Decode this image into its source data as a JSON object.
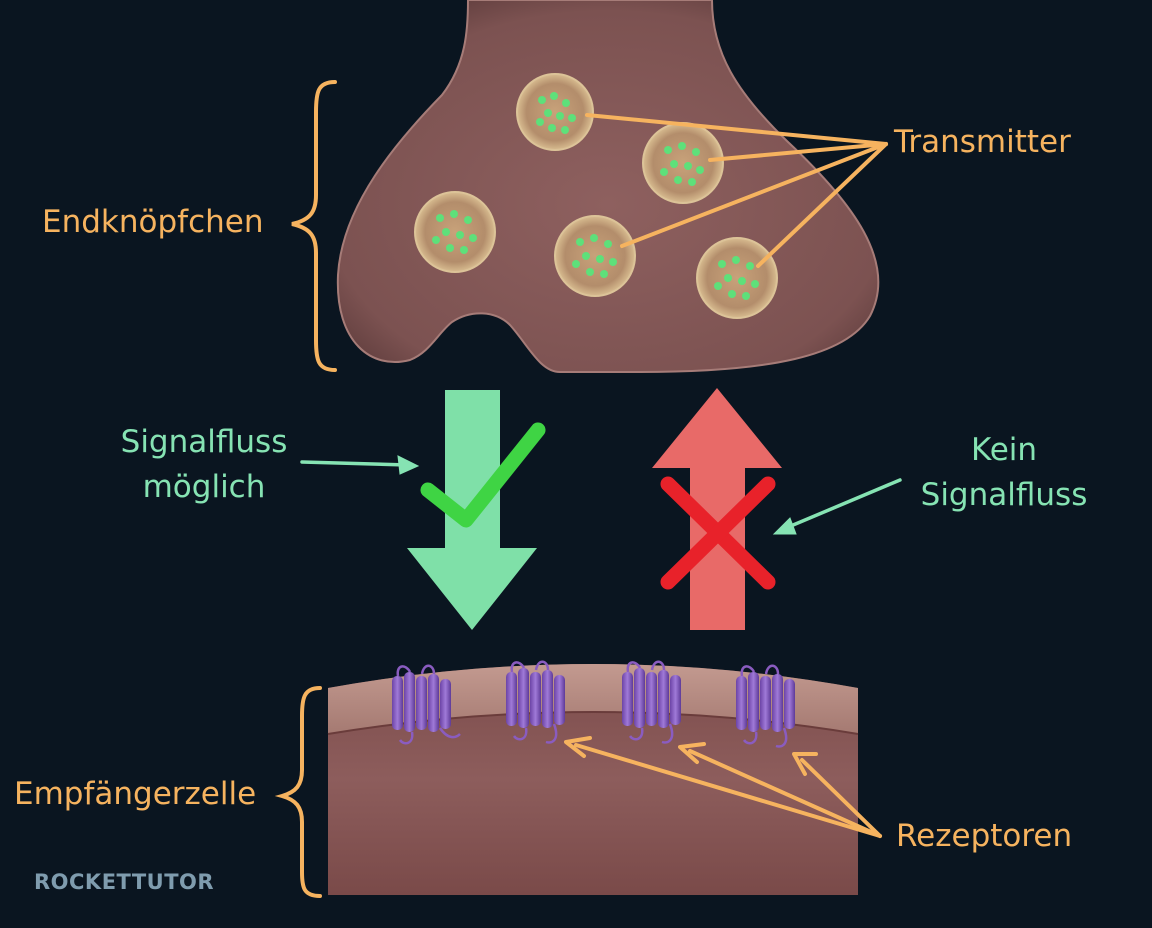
{
  "labels": {
    "terminal": "Endknöpfchen",
    "transmitter": "Transmitter",
    "flow_ok_line1": "Signalfluss",
    "flow_ok_line2": "möglich",
    "no_flow_line1": "Kein",
    "no_flow_line2": "Signalfluss",
    "receiver": "Empfängerzelle",
    "receptors": "Rezeptoren"
  },
  "logo": "ROCKETTUTOR",
  "colors": {
    "background": "#0a1520",
    "label_orange": "#f6b35f",
    "label_green": "#86e3b3",
    "arrow_green": "#7fe0a8",
    "arrow_red": "#e86a68",
    "check": "#3fd444",
    "cross": "#e8222a",
    "cell": "#8a5b5a",
    "receptor": "#8a5cc0",
    "vesicle_dot": "#5ee07a"
  },
  "icons": [
    "check-icon",
    "cross-icon",
    "brace-icon"
  ]
}
